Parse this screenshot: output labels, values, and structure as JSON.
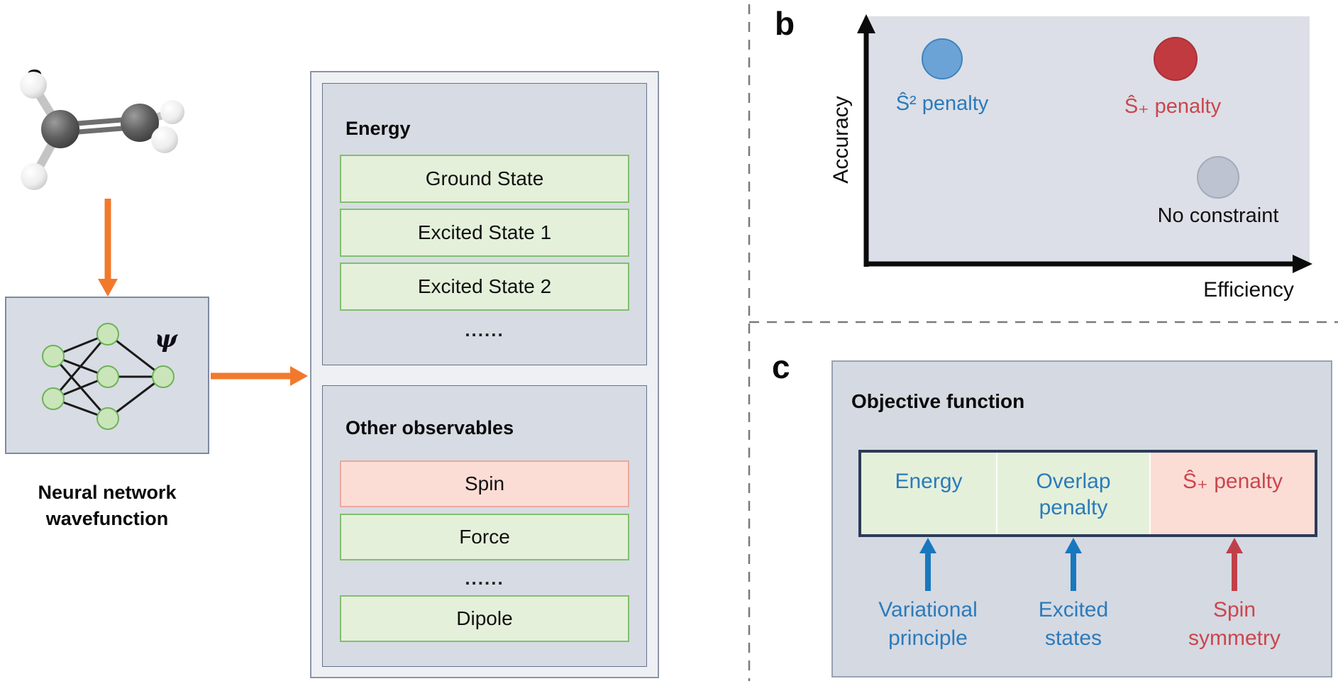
{
  "figure": {
    "panel_a_label": "a",
    "panel_b_label": "b",
    "panel_c_label": "c"
  },
  "panel_a": {
    "nn": {
      "psi": "ψ",
      "caption_line1": "Neural network",
      "caption_line2": "wavefunction"
    },
    "energy_box": {
      "title": "Energy",
      "rows": [
        "Ground State",
        "Excited State 1",
        "Excited State 2"
      ],
      "ellipsis": "......"
    },
    "observables_box": {
      "title": "Other observables",
      "row_spin": "Spin",
      "row_force": "Force",
      "ellipsis": "......",
      "row_dipole": "Dipole"
    }
  },
  "panel_b": {
    "y_axis_label": "Accuracy",
    "x_axis_label": "Efficiency",
    "point_s2": {
      "label": "Ŝ² penalty",
      "color": "#6ba3d6"
    },
    "point_splus": {
      "label": "Ŝ₊ penalty",
      "color": "#c13a3f"
    },
    "point_none": {
      "label": "No constraint",
      "color": "#bdc3d0"
    }
  },
  "panel_c": {
    "title": "Objective function",
    "bar": {
      "seg_energy": "Energy",
      "seg_overlap_line1": "Overlap",
      "seg_overlap_line2": "penalty",
      "seg_spin": "Ŝ₊ penalty"
    },
    "annotations": {
      "variational_line1": "Variational",
      "variational_line2": "principle",
      "excited_line1": "Excited",
      "excited_line2": "states",
      "spin_line1": "Spin",
      "spin_line2": "symmetry"
    }
  },
  "colors": {
    "accent_orange": "#f2792c",
    "accent_blue": "#1878be",
    "accent_red": "#c0404a",
    "green_row": "#e4f0da",
    "pink_row": "#fbddd6",
    "box_gray": "#d7dbe3"
  }
}
